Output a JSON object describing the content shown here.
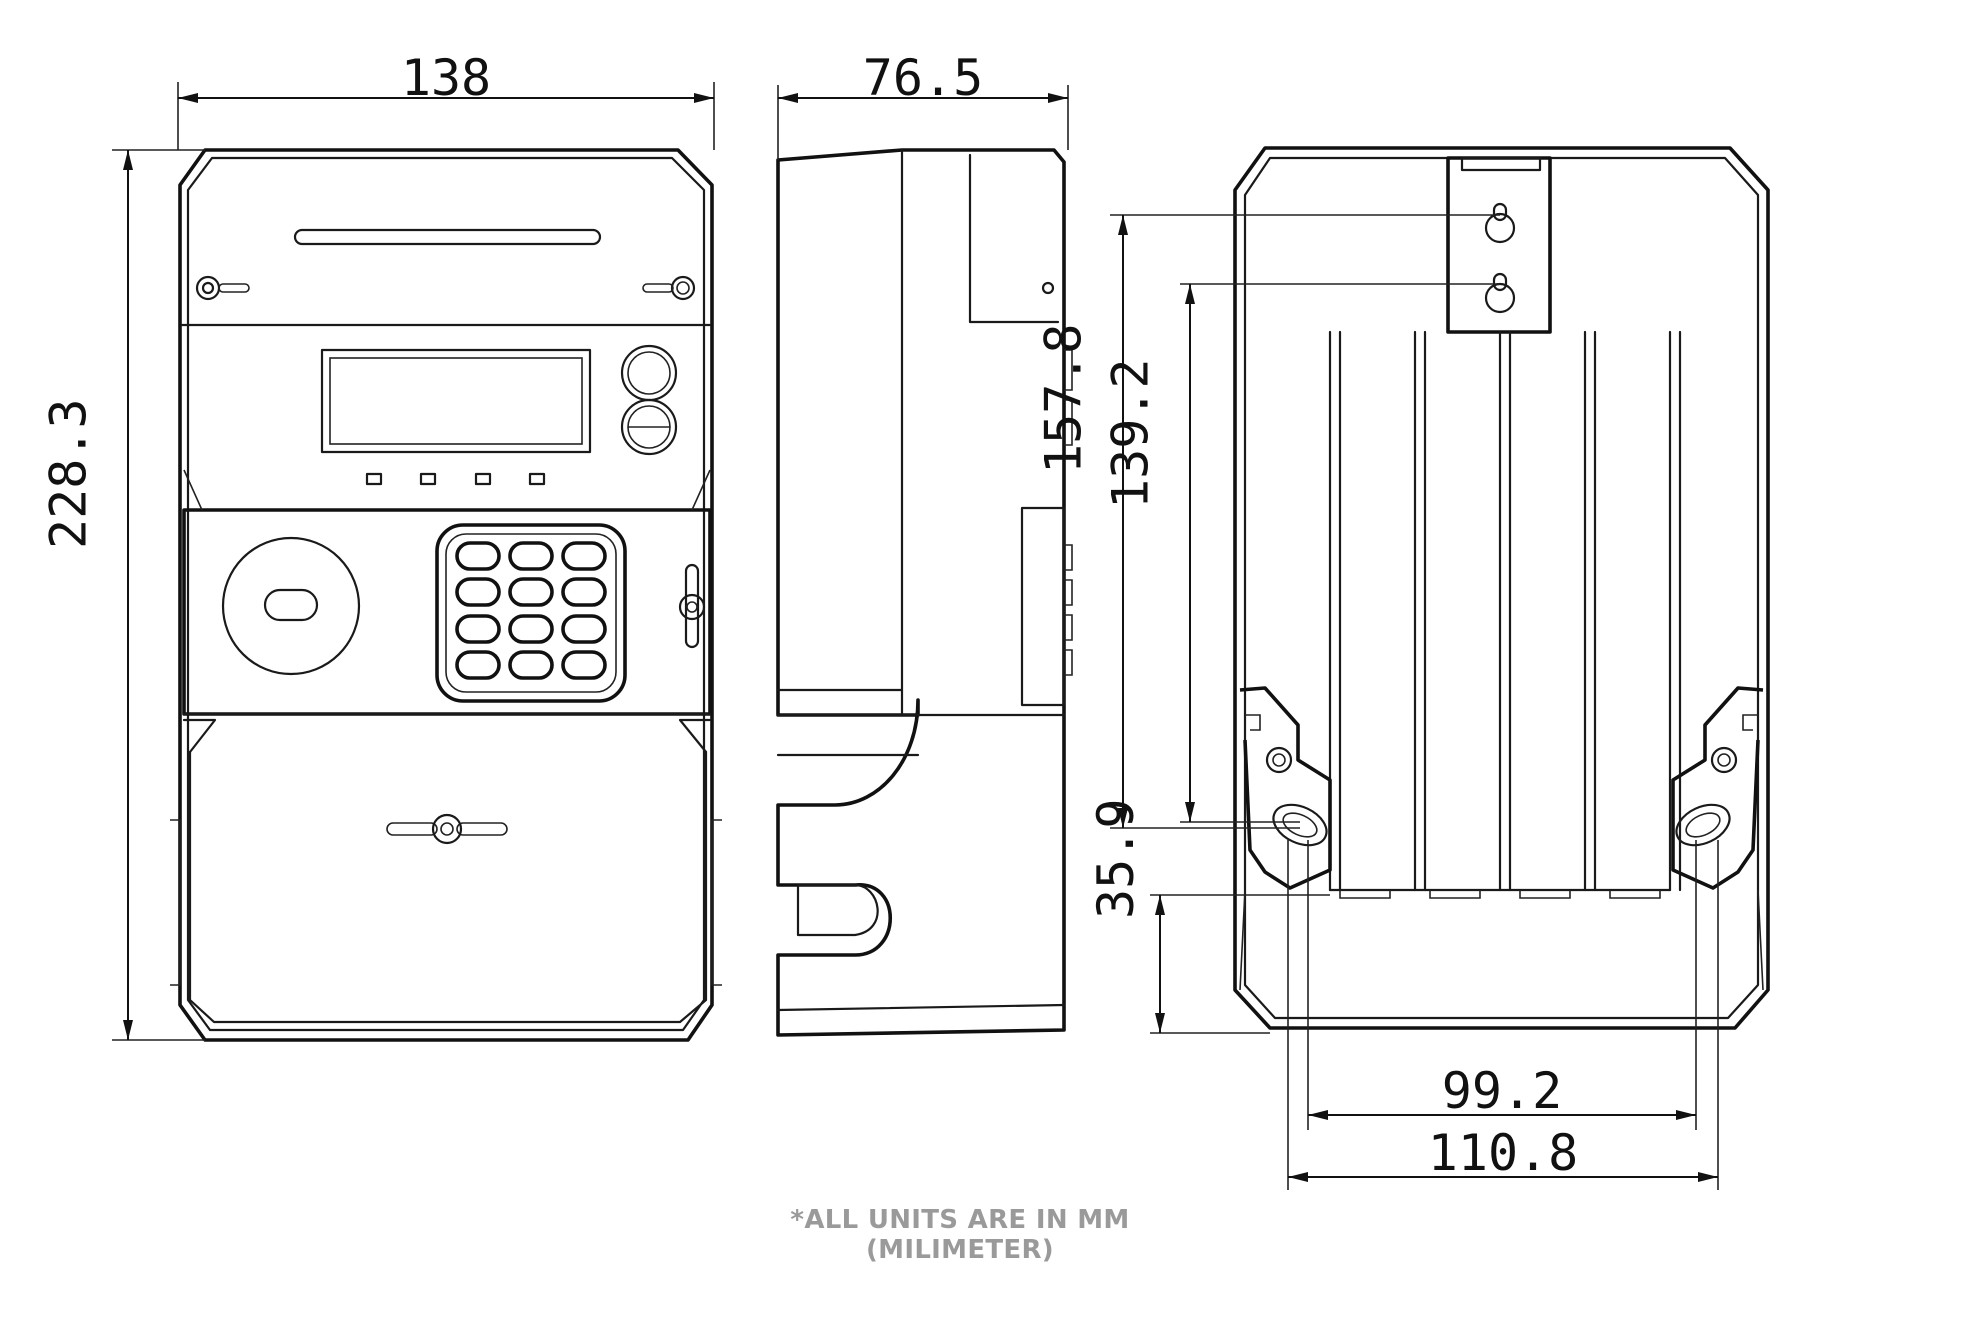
{
  "dimensions": {
    "front_width": "138",
    "front_height": "228.3",
    "side_depth": "76.5",
    "rear_hole_top": "157.8",
    "rear_hole_second": "139.2",
    "rear_bottom": "35.9",
    "rear_inner_span": "99.2",
    "rear_outer_span": "110.8"
  },
  "footnote": "*ALL UNITS ARE IN MM (MILIMETER)",
  "colors": {
    "line": "#111111",
    "note": "#9a9a9a",
    "background": "#ffffff"
  },
  "views": [
    "front-view",
    "side-view",
    "rear-view"
  ]
}
